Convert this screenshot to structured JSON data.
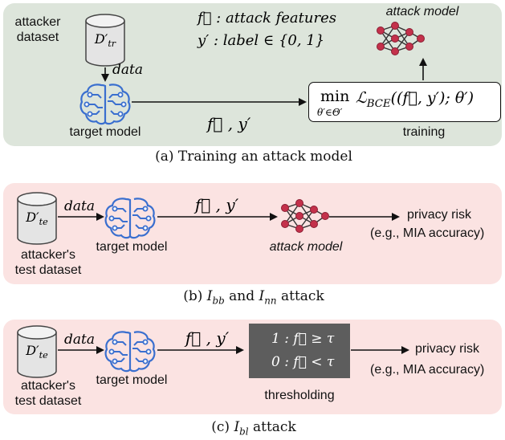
{
  "panel_a": {
    "dataset_label": [
      "attacker",
      "dataset"
    ],
    "cylinder_label": "D′tr",
    "legend_f": "f⃗ : attack features",
    "legend_y": "y′ : label ∈ {0, 1}",
    "attack_model_label": "attack model",
    "data_label": "data",
    "target_model_label": "target model",
    "arrow_label": "f⃗ , y′",
    "objective": "min_{θ′∈Θ′} ℒ_BCE((f⃗, y′); θ′)",
    "training_label": "training",
    "caption": "(a) Training an  attack model"
  },
  "panel_b": {
    "cylinder_label": "D′te",
    "data_label": "data",
    "arrow_label": "f⃗ , y′",
    "dataset_label": [
      "attacker's",
      "test dataset"
    ],
    "target_model_label": "target model",
    "attack_model_label": "attack model",
    "privacy_risk_label": "privacy risk",
    "privacy_risk_sub": "(e.g., MIA accuracy)",
    "caption": "(b) I_bb and I_nn attack"
  },
  "panel_c": {
    "cylinder_label": "D′te",
    "data_label": "data",
    "arrow_label": "f⃗ , y′",
    "dataset_label": [
      "attacker's",
      "test dataset"
    ],
    "target_model_label": "target model",
    "threshold_rules": [
      "1 : f⃗ ≥ τ",
      "0 : f⃗ < τ"
    ],
    "thresholding_label": "thresholding",
    "privacy_risk_label": "privacy risk",
    "privacy_risk_sub": "(e.g., MIA accuracy)",
    "caption": "(c) I_bl attack"
  },
  "colors": {
    "panel_a_bg": "#dde5db",
    "panel_bc_bg": "#fbe3e2",
    "brain_blue": "#3a6fcf",
    "node_red": "#c4314b",
    "threshold_bg": "#5d5d5d"
  }
}
